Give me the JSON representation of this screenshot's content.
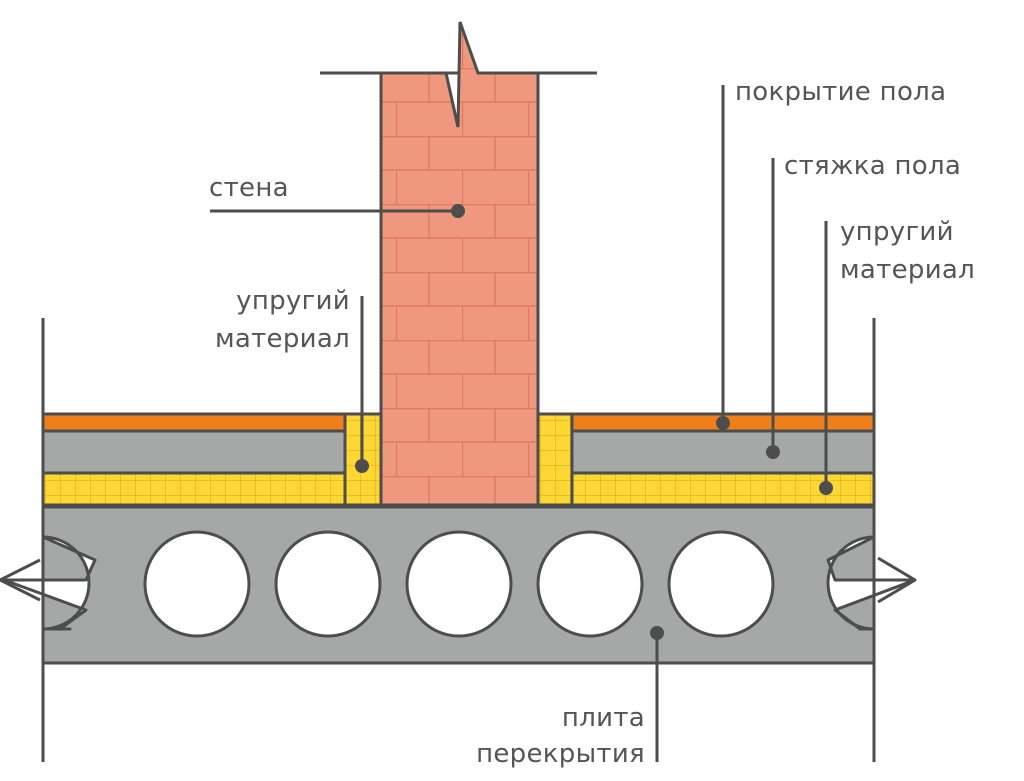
{
  "labels": {
    "wall": "стена",
    "elastic_left_1": "упругий",
    "elastic_left_2": "материал",
    "floor_covering": "покрытие пола",
    "screed": "стяжка пола",
    "elastic_right_1": "упругий",
    "elastic_right_2": "материал",
    "slab_1": "плита",
    "slab_2": "перекрытия"
  },
  "colors": {
    "brick": "#f0977f",
    "mortar": "#e07a65",
    "floor_covering": "#ef7f1a",
    "screed": "#a6a8a7",
    "elastic": "#fdd835",
    "elastic_grid": "#e0ac1c",
    "slab": "#a6a8a7",
    "outline": "#4d4d4d",
    "leader": "#4d4d4d"
  }
}
